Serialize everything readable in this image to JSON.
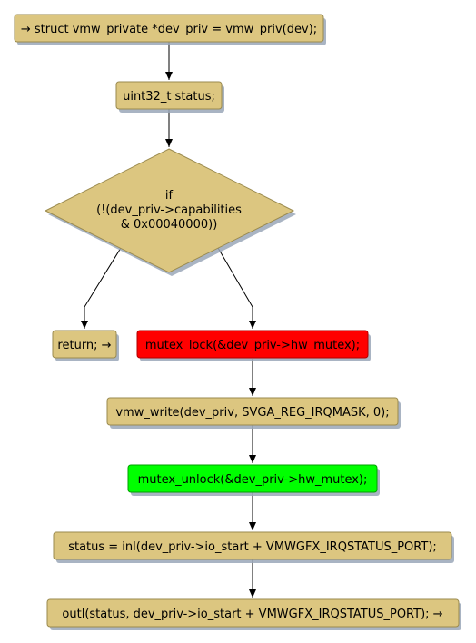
{
  "nodes": {
    "entry": {
      "text": "→ struct vmw_private *dev_priv = vmw_priv(dev);",
      "fill": "#dcc680",
      "stroke": "#9a8a4e"
    },
    "decl_status": {
      "text": "uint32_t status;",
      "fill": "#dcc680",
      "stroke": "#9a8a4e"
    },
    "cond": {
      "lines": [
        "if",
        "(!(dev_priv->capabilities",
        "& 0x00040000))"
      ],
      "fill": "#dcc680",
      "stroke": "#9a8a4e"
    },
    "ret": {
      "text": "return; →",
      "fill": "#dcc680",
      "stroke": "#9a8a4e"
    },
    "lock": {
      "text": "mutex_lock(&dev_priv->hw_mutex);",
      "fill": "#ff0000",
      "stroke": "#b00000"
    },
    "write": {
      "text": "vmw_write(dev_priv, SVGA_REG_IRQMASK, 0);",
      "fill": "#dcc680",
      "stroke": "#9a8a4e"
    },
    "unlock": {
      "text": "mutex_unlock(&dev_priv->hw_mutex);",
      "fill": "#00ff00",
      "stroke": "#00a000"
    },
    "inl": {
      "text": "status = inl(dev_priv->io_start + VMWGFX_IRQSTATUS_PORT);",
      "fill": "#dcc680",
      "stroke": "#9a8a4e"
    },
    "outl": {
      "text": "outl(status, dev_priv->io_start + VMWGFX_IRQSTATUS_PORT); →",
      "fill": "#dcc680",
      "stroke": "#9a8a4e"
    }
  }
}
